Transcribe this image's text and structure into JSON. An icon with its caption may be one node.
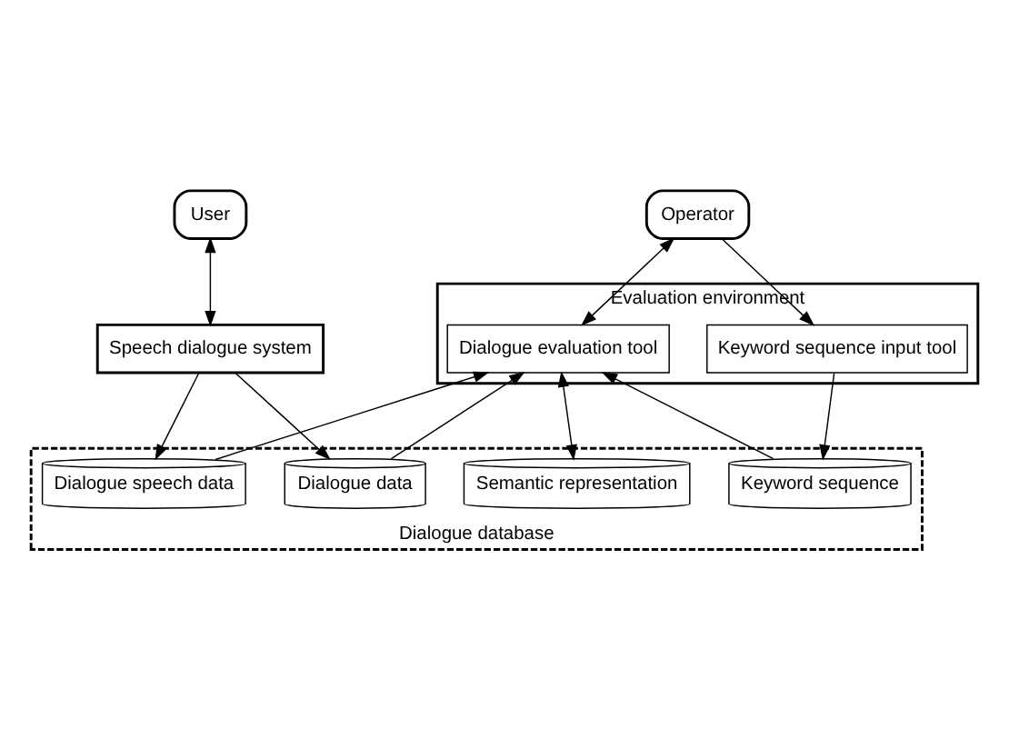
{
  "diagram": {
    "nodes": [
      {
        "text": [
          "User"
        ]
      },
      {
        "text": [
          "Speech dialogue system"
        ]
      },
      {
        "text": [
          "Operator"
        ]
      },
      {
        "text": [
          "Evaluation environment"
        ]
      },
      {
        "text": [
          "Keyword sequence input tool"
        ],
        "in": 3
      },
      {
        "text": [
          "Dialogue evaluation tool"
        ],
        "in": 3
      },
      {
        "text": [
          "Dialogue database"
        ]
      },
      {
        "text": [
          "Dialogue data"
        ],
        "in": 6
      },
      {
        "text": [
          "Dialogue speech data"
        ],
        "in": 6
      },
      {
        "text": [
          "Keyword sequence"
        ],
        "in": 6
      },
      {
        "text": [
          "Semantic representation"
        ],
        "in": 6
      }
    ],
    "edges": [
      {
        "from": 0,
        "to": 1,
        "arrow": "both"
      },
      {
        "from": 2,
        "to": 4,
        "arrow": "to"
      },
      {
        "from": 2,
        "to": 5,
        "arrow": "both"
      },
      {
        "from": 1,
        "to": 7,
        "arrow": "to"
      },
      {
        "from": 1,
        "to": 8,
        "arrow": "to"
      },
      {
        "from": 4,
        "to": 9,
        "arrow": "to"
      },
      {
        "from": 7,
        "to": 5,
        "arrow": "to"
      },
      {
        "from": 8,
        "to": 5,
        "arrow": "to"
      },
      {
        "from": 9,
        "to": 5,
        "arrow": "to"
      },
      {
        "from": 5,
        "to": 10,
        "arrow": "both"
      }
    ]
  }
}
